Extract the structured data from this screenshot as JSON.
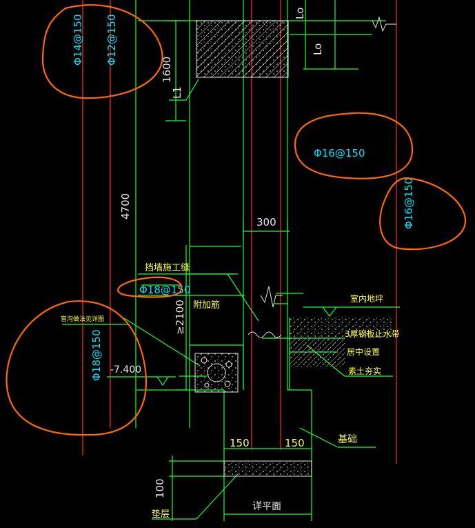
{
  "colors": {
    "background": "#000000",
    "dimension_lines": "#18ff30",
    "rebar_lines": "#ff2a2a",
    "rebar_text": "#00e6ff",
    "annotation_text": "#ffff40",
    "dimension_text": "#e8e8e8",
    "markup_circles": "#ff6a00"
  },
  "rebar_labels": {
    "r1": "Φ14@150",
    "r2": "Φ12@150",
    "r3": "Φ16@150",
    "r4": "Φ16@150",
    "r5": "Φ18@150",
    "r6": "Φ18@150"
  },
  "dimensions": {
    "d1600": "1600",
    "d4700": "4700",
    "d300": "300",
    "d2100": "≥2100",
    "d150_left": "150",
    "d150_right": "150",
    "d100": "100",
    "lo_top": "Lo",
    "lo_mid": "Lo",
    "elevation": "-7.400"
  },
  "annotations": {
    "l1": "L1",
    "wall_joint": "挡墙施工缝",
    "extra_bar": "附加筋",
    "indoor_floor": "室内地坪",
    "waterstop": "3厚钢板止水带",
    "middle_setting": "居中设置",
    "compacted_soil": "素土夯实",
    "foundation": "基础",
    "cushion": "垫层",
    "plan_ref": "详平面",
    "pipe_note": "盲沟做法见详图"
  }
}
